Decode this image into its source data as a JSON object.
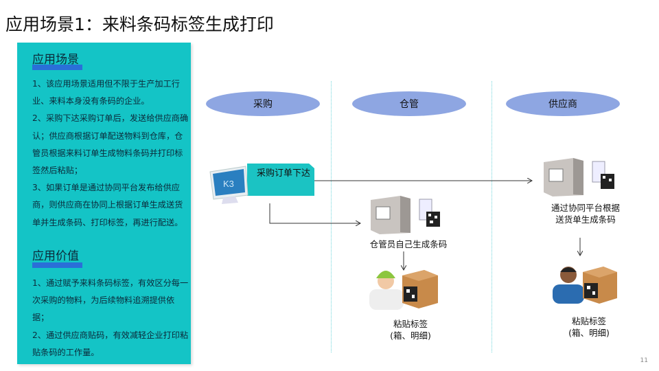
{
  "title": "应用场景1：来料条码标签生成打印",
  "panel": {
    "scenario_heading": "应用场景",
    "scenario_lines": [
      "1、该应用场景适用但不限于生产加工行业、来料本身没有条码的企业。",
      "2、采购下达采购订单后，发送给供应商确认；供应商根据订单配送物料到仓库，仓管员根据来料订单生成物料条码并打印标签然后粘贴；",
      "3、如果订单是通过协同平台发布给供应商，则供应商在协同上根据订单生成送货单并生成条码、打印标签，再进行配送。"
    ],
    "value_heading": "应用价值",
    "value_lines": [
      "1、通过赋予来料条码标签，有效区分每一次采购的物料，为后续物料追溯提供依据；",
      "2、通过供应商贴码，有效减轻企业打印粘贴条码的工作量。"
    ]
  },
  "lanes": [
    "采购",
    "仓管",
    "供应商"
  ],
  "flow": {
    "monitor_label": "K3",
    "order_label": "采购订单下达",
    "warehouse_generate": "仓管员自己生成条码",
    "warehouse_paste": "粘贴标签",
    "warehouse_paste_sub": "(箱、明细)",
    "supplier_generate_1": "通过协同平台根据",
    "supplier_generate_2": "送货单生成条码",
    "supplier_paste": "粘贴标签",
    "supplier_paste_sub": "(箱、明细)"
  },
  "page_number": "11",
  "colors": {
    "panel": "#14c4c6",
    "underline": "#2a6fd8",
    "lane": "#8ea6e2"
  }
}
